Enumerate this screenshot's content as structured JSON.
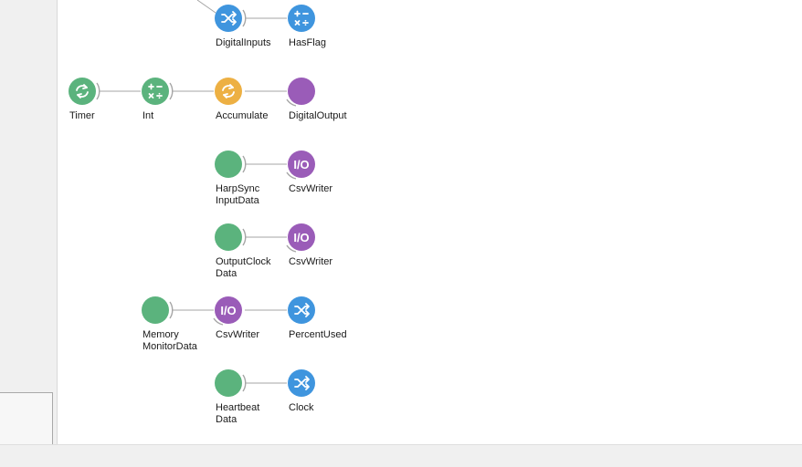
{
  "colors": {
    "source_green": "#5bb37d",
    "transform_blue": "#3f95de",
    "combinator_orange": "#edb043",
    "sink_purple": "#9a5cb8",
    "edge": "#a6a6a6"
  },
  "nodes": {
    "digital_inputs": {
      "label": "DigitalInputs",
      "icon": "shuffle-icon"
    },
    "has_flag": {
      "label": "HasFlag",
      "icon": "math-icon"
    },
    "timer": {
      "label": "Timer",
      "icon": "refresh-icon"
    },
    "int": {
      "label": "Int",
      "icon": "math-icon"
    },
    "accumulate": {
      "label": "Accumulate",
      "icon": "refresh-icon"
    },
    "digital_output": {
      "label": "DigitalOutput",
      "icon": "none"
    },
    "harp_sync": {
      "label_line1": "HarpSync",
      "label_line2": "InputData",
      "icon": "none"
    },
    "csv_writer_1": {
      "label": "CsvWriter",
      "icon": "io-icon"
    },
    "output_clock": {
      "label_line1": "OutputClock",
      "label_line2": "Data",
      "icon": "none"
    },
    "csv_writer_2": {
      "label": "CsvWriter",
      "icon": "io-icon"
    },
    "memory_monitor": {
      "label_line1": "Memory",
      "label_line2": "MonitorData",
      "icon": "none"
    },
    "csv_writer_3": {
      "label": "CsvWriter",
      "icon": "io-icon"
    },
    "percent_used": {
      "label": "PercentUsed",
      "icon": "shuffle-icon"
    },
    "heartbeat": {
      "label_line1": "Heartbeat",
      "label_line2": "Data",
      "icon": "none"
    },
    "clock": {
      "label": "Clock",
      "icon": "shuffle-icon"
    }
  },
  "io_glyph_text": "I/O"
}
